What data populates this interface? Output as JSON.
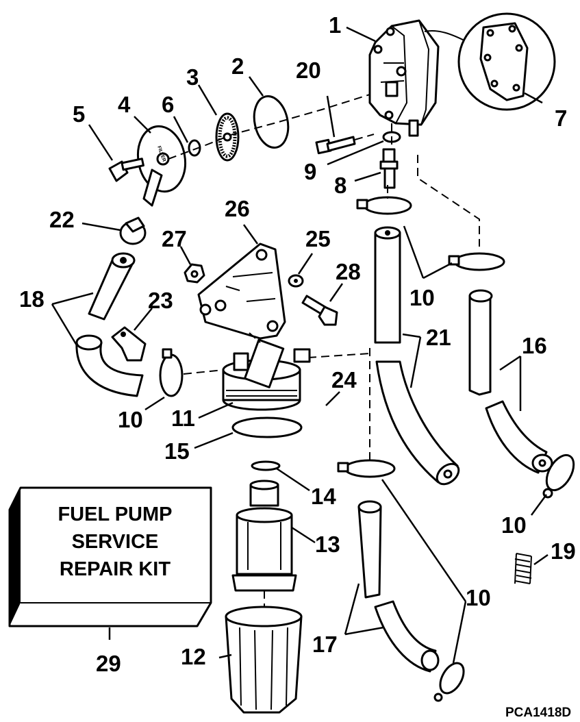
{
  "diagram": {
    "callouts": {
      "c1": "1",
      "c2": "2",
      "c3": "3",
      "c4": "4",
      "c5": "5",
      "c6": "6",
      "c7": "7",
      "c8": "8",
      "c9": "9",
      "c10a": "10",
      "c10b": "10",
      "c10c": "10",
      "c10d": "10",
      "c11": "11",
      "c12": "12",
      "c13": "13",
      "c14": "14",
      "c15": "15",
      "c16": "16",
      "c17": "17",
      "c18": "18",
      "c19": "19",
      "c20": "20",
      "c21": "21",
      "c22": "22",
      "c23": "23",
      "c24": "24",
      "c25": "25",
      "c26": "26",
      "c27": "27",
      "c28": "28",
      "c29": "29"
    },
    "kit": {
      "line1": "FUEL PUMP",
      "line2": "SERVICE",
      "line3": "REPAIR KIT"
    },
    "cover_marking": "FILTER",
    "figure_code": "PCA1418D"
  }
}
